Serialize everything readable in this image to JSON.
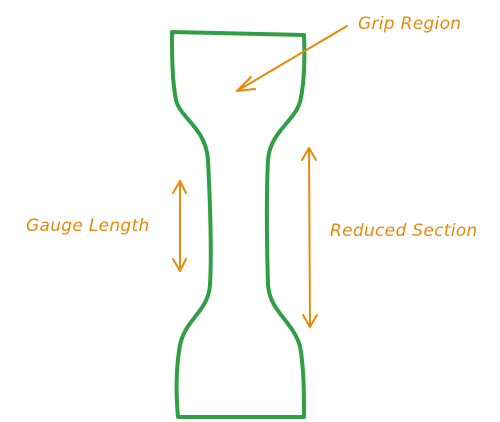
{
  "labels": {
    "grip_region": "Grip Region",
    "gauge_length": "Gauge Length",
    "reduced_section": "Reduced Section"
  },
  "colors": {
    "specimen_outline": "#2f9e44",
    "annotation": "#e8890c",
    "background": "#ffffff"
  }
}
